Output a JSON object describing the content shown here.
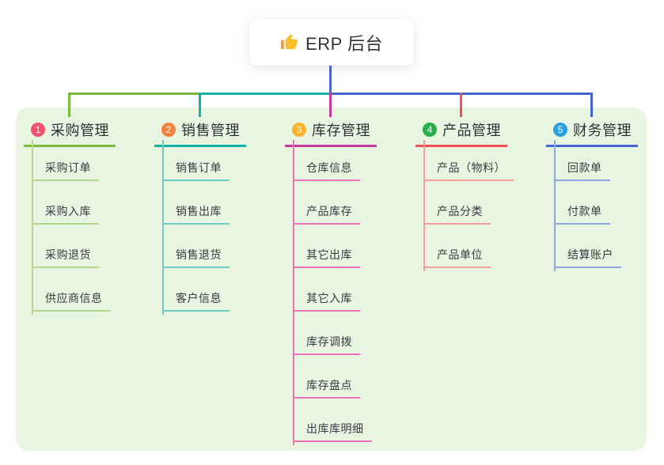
{
  "root": {
    "label": "ERP 后台",
    "icon": "thumbs-up-icon",
    "stem_color": "#4f63d2"
  },
  "panel": {
    "background": "#e7f5e1"
  },
  "branches": [
    {
      "badge": "1",
      "label": "采购管理",
      "badge_color": "#f0536e",
      "line_color": "#7db83f",
      "child_line_color": "#b3d88c",
      "children": [
        "采购订单",
        "采购入库",
        "采购退货",
        "供应商信息"
      ]
    },
    {
      "badge": "2",
      "label": "销售管理",
      "badge_color": "#f2813d",
      "line_color": "#14b3a8",
      "child_line_color": "#6fcfc6",
      "children": [
        "销售订单",
        "销售出库",
        "销售退货",
        "客户信息"
      ]
    },
    {
      "badge": "3",
      "label": "库存管理",
      "badge_color": "#f7b42a",
      "line_color": "#c93a9f",
      "child_line_color": "#ef72b8",
      "children": [
        "仓库信息",
        "产品库存",
        "其它出库",
        "其它入库",
        "库存调拨",
        "库存盘点",
        "出库库明细"
      ]
    },
    {
      "badge": "4",
      "label": "产品管理",
      "badge_color": "#28ae4c",
      "line_color": "#f4504e",
      "child_line_color": "#f59e9a",
      "children": [
        "产品（物料）",
        "产品分类",
        "产品单位"
      ]
    },
    {
      "badge": "5",
      "label": "财务管理",
      "badge_color": "#2aa1de",
      "line_color": "#4365d4",
      "child_line_color": "#8fa7dc",
      "children": [
        "回款单",
        "付款单",
        "结算账户"
      ]
    }
  ]
}
